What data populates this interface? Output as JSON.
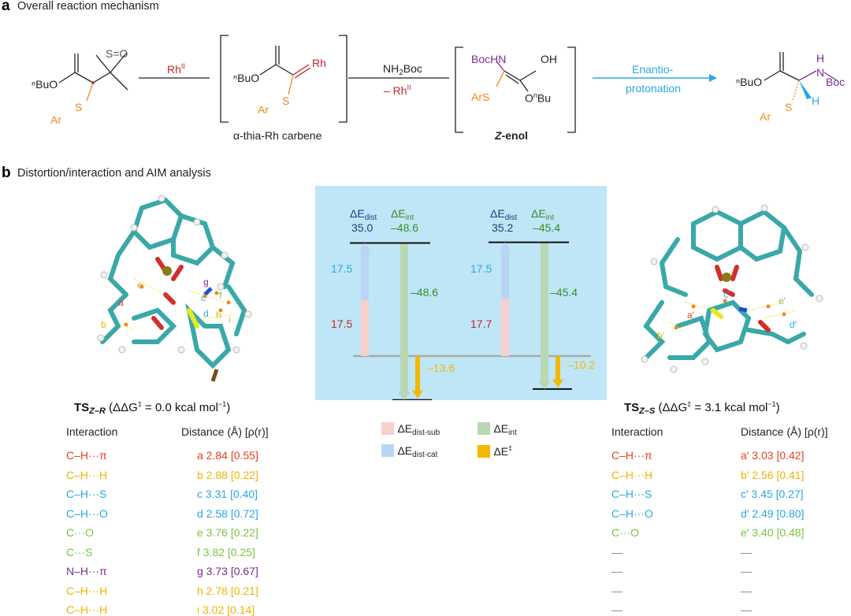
{
  "panel_a": {
    "label": "a",
    "title": "Overall reaction mechanism",
    "reactant": {
      "ester": "ⁿBuO",
      "ylide": "S=O",
      "aryl": "Ar",
      "sulfur": "S"
    },
    "step1_reagent": "Rh",
    "step1_reagent_sup": "II",
    "carbene": {
      "ester": "ⁿBuO",
      "metal": "Rh",
      "aryl": "Ar",
      "sulfur": "S",
      "caption": "α-thia-Rh carbene"
    },
    "step2_reagent": "NH",
    "step2_reagent_sub": "2",
    "step2_reagent_tail": "Boc",
    "step2_minus": "– Rh",
    "step2_minus_sup": "II",
    "enol": {
      "nh": "BocHN",
      "oh": "OH",
      "ars": "ArS",
      "obu_o": "O",
      "obu_tail": "Bu",
      "caption_z": "Z",
      "caption_tail": "-enol"
    },
    "step3_line1": "Enantio-",
    "step3_line2": "protonation",
    "product": {
      "ester": "ⁿBuO",
      "nh": "N",
      "h_top": "H",
      "boc": "Boc",
      "h": "H",
      "aryl": "Ar",
      "sulfur": "S"
    }
  },
  "panel_b": {
    "label": "b",
    "title": "Distortion/interaction and AIM analysis",
    "energy_diagram": {
      "left": {
        "dist_label": "ΔE",
        "dist_sub": "dist",
        "dist_val": "35.0",
        "int_label": "ΔE",
        "int_sub": "int",
        "int_val": "–48.6",
        "cat_val": "17.5",
        "sub_val": "17.5",
        "int_bar_val": "–48.6",
        "barrier_val": "–13.6",
        "dist_sub_value": 17.5,
        "dist_cat_value": 17.5,
        "int_value": -48.6,
        "barrier_value": -13.6
      },
      "right": {
        "dist_label": "ΔE",
        "dist_sub": "dist",
        "dist_val": "35.2",
        "int_label": "ΔE",
        "int_sub": "int",
        "int_val": "–45.4",
        "cat_val": "17.5",
        "sub_val": "17.7",
        "int_bar_val": "–45.4",
        "barrier_val": "–10.2",
        "dist_sub_value": 17.7,
        "dist_cat_value": 17.5,
        "int_value": -45.4,
        "barrier_value": -10.2
      },
      "colors": {
        "bg": "#bfe6f7",
        "dist_sub": "#f7d0cc",
        "dist_cat": "#b9d5f5",
        "int": "#b8d8b4",
        "barrier": "#f5b800",
        "cat_text": "#29a8e0",
        "sub_text": "#c0262d",
        "int_text": "#3b8a2a",
        "dist_text": "#1c3f7a"
      }
    },
    "legend": {
      "dist_sub": {
        "main": "ΔE",
        "sub": "dist-sub"
      },
      "int": {
        "main": "ΔE",
        "sub": "int"
      },
      "dist_cat": {
        "main": "ΔE",
        "sub": "dist-cat"
      },
      "barrier": {
        "main": "ΔE",
        "sup": "‡"
      }
    },
    "ts_left": {
      "prefix": "TS",
      "sub": "Z–R",
      "text": " (ΔΔG",
      "sup": "‡",
      "tail": " = 0.0 kcal mol",
      "tail_sup": "−1",
      "close": ")"
    },
    "ts_right": {
      "prefix": "TS",
      "sub": "Z–S",
      "text": " (ΔΔG",
      "sup": "‡",
      "tail": " = 3.1 kcal mol",
      "tail_sup": "−1",
      "close": ")"
    },
    "mol_left_labels": [
      "e",
      "a",
      "b",
      "g",
      "c",
      "d",
      "f",
      "h",
      "i"
    ],
    "mol_right_labels": [
      "c′",
      "a′",
      "b′",
      "e′",
      "d′"
    ],
    "table_left": {
      "header_interaction": "Interaction",
      "header_distance": "Distance (Å) [ρ(r)]",
      "rows": [
        {
          "interaction": "C–H···π",
          "distance": "a 2.84 [0.55]",
          "color": "#e8401c"
        },
        {
          "interaction": "C–H···H",
          "distance": "b 2.88 [0.22]",
          "color": "#f0b400"
        },
        {
          "interaction": "C–H···S",
          "distance": "c 3.31 [0.40]",
          "color": "#29a8e0"
        },
        {
          "interaction": "C–H···O",
          "distance": "d 2.58 [0.72]",
          "color": "#29a8e0"
        },
        {
          "interaction": "C···O",
          "distance": "e 3.76 [0.22]",
          "color": "#7cc142"
        },
        {
          "interaction": "C···S",
          "distance": "f 3.82 [0.25]",
          "color": "#7cc142"
        },
        {
          "interaction": "N–H···π",
          "distance": "g 3.73 [0.67]",
          "color": "#7b2d8e"
        },
        {
          "interaction": "C–H···H",
          "distance": "h 2.78 [0.21]",
          "color": "#f0b400"
        },
        {
          "interaction": "C–H···H",
          "distance": "i  3.02 [0.14]",
          "color": "#f0b400"
        }
      ]
    },
    "table_right": {
      "header_interaction": "Interaction",
      "header_distance": "Distance (Å) [ρ(r)]",
      "rows": [
        {
          "interaction": "C–H···π",
          "distance": "a′ 3.03 [0.42]",
          "color": "#e8401c"
        },
        {
          "interaction": "C–H···H",
          "distance": "b′ 2.56 [0.41]",
          "color": "#f0b400"
        },
        {
          "interaction": "C–H···S",
          "distance": "c′ 3.45 [0.27]",
          "color": "#29a8e0"
        },
        {
          "interaction": "C–H···O",
          "distance": "d′ 2.49 [0.80]",
          "color": "#29a8e0"
        },
        {
          "interaction": "C···O",
          "distance": "e′ 3.40 [0.48]",
          "color": "#7cc142"
        },
        {
          "interaction": "—",
          "distance": "—",
          "color": "#888888"
        },
        {
          "interaction": "—",
          "distance": "—",
          "color": "#888888"
        },
        {
          "interaction": "—",
          "distance": "—",
          "color": "#888888"
        },
        {
          "interaction": "—",
          "distance": "—",
          "color": "#888888"
        }
      ]
    }
  }
}
